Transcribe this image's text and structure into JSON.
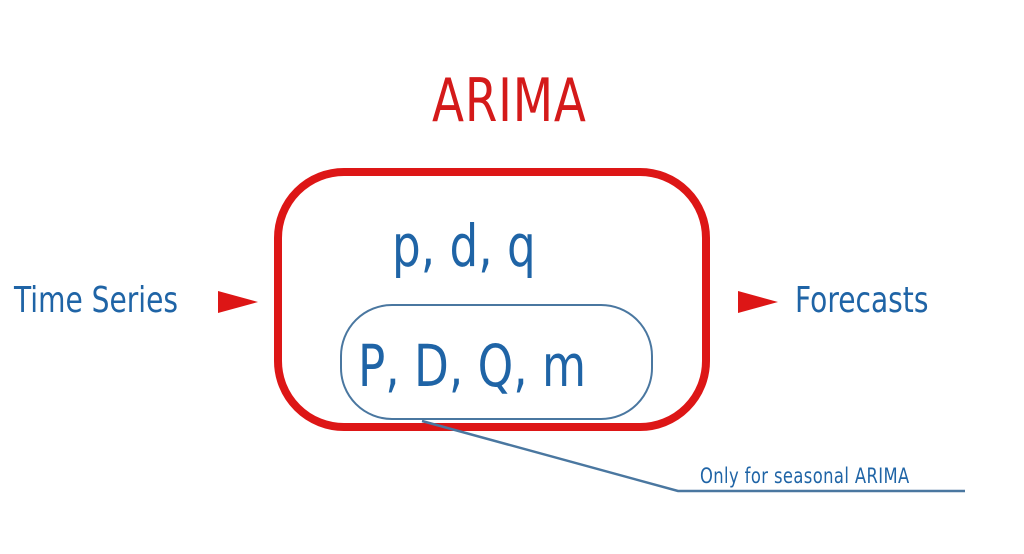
{
  "diagram": {
    "title": "ARIMA",
    "input_label": "Time Series",
    "output_label": "Forecasts",
    "nonseasonal_params": "p, d, q",
    "seasonal_params": "P, D, Q, m",
    "seasonal_note": "Only for seasonal ARIMA"
  },
  "colors": {
    "accent_red": "#dd1616",
    "text_blue": "#1f64a6",
    "inner_border": "#4a77a0",
    "background": "#ffffff"
  },
  "icons": {
    "input_arrow": "triangle-right",
    "output_arrow": "triangle-right"
  }
}
